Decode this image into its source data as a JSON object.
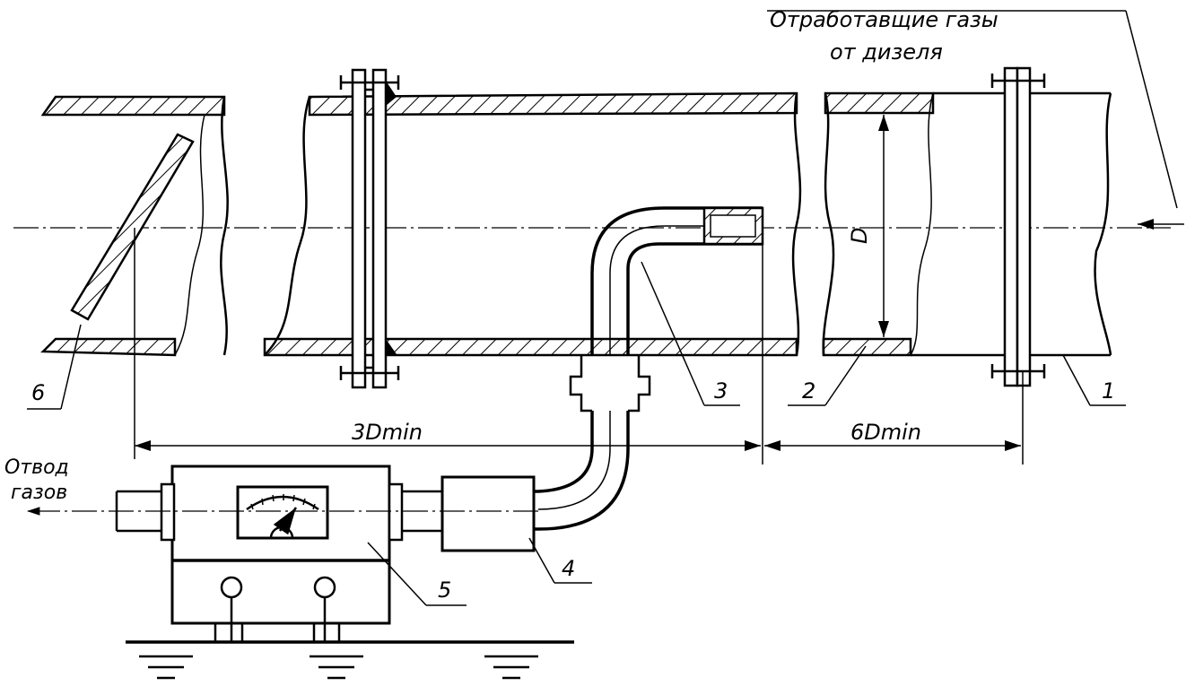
{
  "caption": {
    "line1": "Отработавщие газы",
    "line2": "от дизеля"
  },
  "outlet": {
    "line1": "Отвод",
    "line2": "газов"
  },
  "dimensions": {
    "diameter": "D",
    "upstream": "3Dmin",
    "downstream": "6Dmin"
  },
  "callouts": {
    "c1": "1",
    "c2": "2",
    "c3": "3",
    "c4": "4",
    "c5": "5",
    "c6": "6"
  }
}
